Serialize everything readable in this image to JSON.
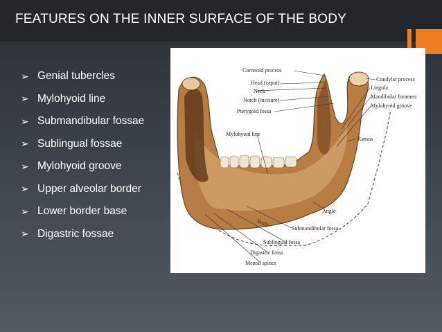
{
  "slide": {
    "title": "FEATURES ON THE INNER SURFACE OF THE BODY",
    "accent_color": "#ef7d22",
    "bullet_icon": "arrow-right-icon",
    "bullets": [
      "Genial tubercles",
      "Mylohyoid line",
      "Submandibular fossae",
      "Sublingual fossae",
      "Mylohyoid groove",
      "Upper alveolar border",
      "Lower border base",
      "Digastric fossae"
    ]
  },
  "figure": {
    "labels": {
      "coronoid_process": "Coronoid process",
      "head": "Head (caput)",
      "neck": "Neck",
      "notch": "Notch (incisure)",
      "pterygoid_fossa": "Pterygoid fossa",
      "condylar_process": "Condylar process",
      "lingula": "Lingula",
      "mandibular_foramen": "Mandibular foramen",
      "mylohyoid_groove": "Mylohyoid groove",
      "mylohyoid_line": "Mylohyoid line",
      "ramus": "Ramus",
      "angle": "Angle",
      "body": "Body",
      "submandibular_fossa": "Submandibular fossa",
      "sublingual_fossa": "Sublingual fossa",
      "digastric_fossa": "Digastric fossa",
      "mental_spines": "Mental spines"
    }
  }
}
